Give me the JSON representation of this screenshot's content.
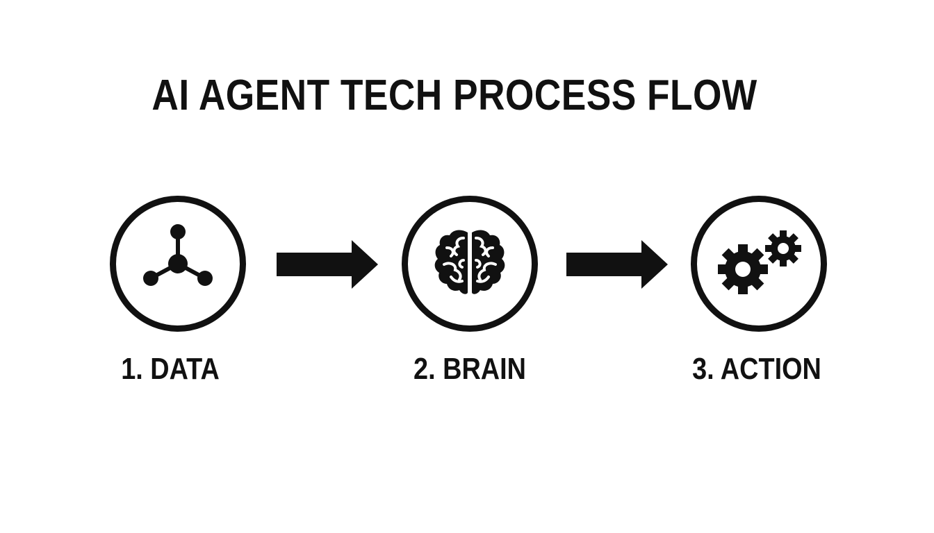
{
  "title": "AI AGENT TECH PROCESS FLOW",
  "steps": [
    {
      "label": "1. DATA",
      "icon": "network-nodes-icon"
    },
    {
      "label": "2. BRAIN",
      "icon": "brain-icon"
    },
    {
      "label": "3. ACTION",
      "icon": "gears-icon"
    }
  ],
  "connectors": [
    "right-arrow-icon",
    "right-arrow-icon"
  ],
  "colors": {
    "foreground": "#111111",
    "background": "#ffffff"
  }
}
